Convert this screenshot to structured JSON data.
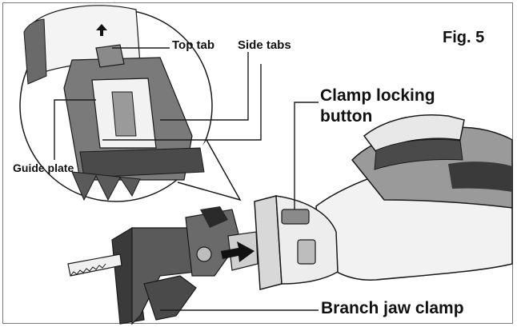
{
  "figure": {
    "number_label": "Fig. 5"
  },
  "callouts": {
    "top_tab": "Top tab",
    "side_tabs": "Side tabs",
    "clamp_locking_button_line1": "Clamp locking",
    "clamp_locking_button_line2": "button",
    "guide_plate": "Guide plate",
    "branch_jaw_clamp": "Branch jaw clamp"
  },
  "colors": {
    "line": "#1a1a1a",
    "dark_part": "#3a3a3a",
    "mid_gray": "#8a8a8a",
    "light_gray": "#cfcfcf",
    "arrow": "#111111"
  }
}
